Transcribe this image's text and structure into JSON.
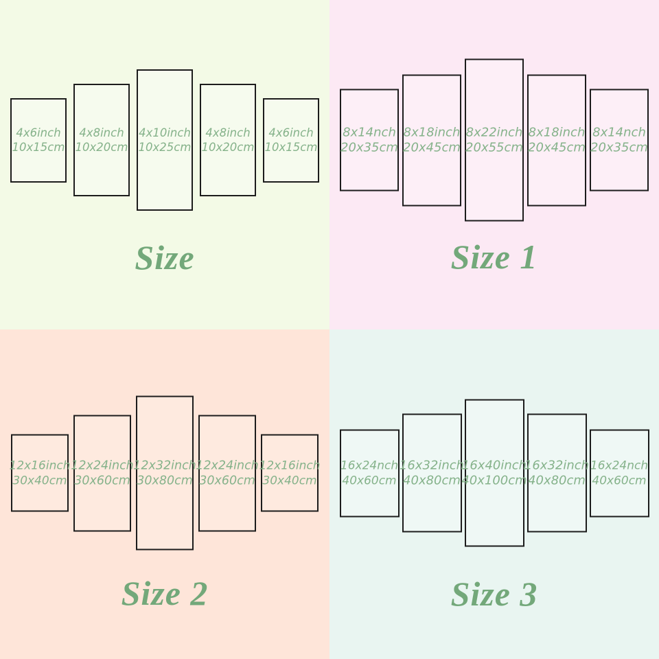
{
  "colors": {
    "q1_background": "#f3fae6",
    "q2_background": "#fce9f4",
    "q3_background": "#fee5d9",
    "q4_background": "#e9f5f1",
    "panel_border": "#1c1c1c",
    "label_green": "#85b28a",
    "title_green": "#73a87a"
  },
  "quadrants": [
    {
      "title": "Size",
      "panels": [
        {
          "inch": "4x6inch",
          "cm": "10x15cm"
        },
        {
          "inch": "4x8inch",
          "cm": "10x20cm"
        },
        {
          "inch": "4x10inch",
          "cm": "10x25cm"
        },
        {
          "inch": "4x8inch",
          "cm": "10x20cm"
        },
        {
          "inch": "4x6inch",
          "cm": "10x15cm"
        }
      ]
    },
    {
      "title": "Size 1",
      "panels": [
        {
          "inch": "8x14nch",
          "cm": "20x35cm"
        },
        {
          "inch": "8x18inch",
          "cm": "20x45cm"
        },
        {
          "inch": "8x22inch",
          "cm": "20x55cm"
        },
        {
          "inch": "8x18inch",
          "cm": "20x45cm"
        },
        {
          "inch": "8x14nch",
          "cm": "20x35cm"
        }
      ]
    },
    {
      "title": "Size 2",
      "panels": [
        {
          "inch": "12x16inch",
          "cm": "30x40cm"
        },
        {
          "inch": "12x24inch",
          "cm": "30x60cm"
        },
        {
          "inch": "12x32inch",
          "cm": "30x80cm"
        },
        {
          "inch": "12x24inch",
          "cm": "30x60cm"
        },
        {
          "inch": "12x16inch",
          "cm": "30x40cm"
        }
      ]
    },
    {
      "title": "Size 3",
      "panels": [
        {
          "inch": "16x24nch",
          "cm": "40x60cm"
        },
        {
          "inch": "16x32inch",
          "cm": "40x80cm"
        },
        {
          "inch": "16x40inch",
          "cm": "40x100cm"
        },
        {
          "inch": "16x32inch",
          "cm": "40x80cm"
        },
        {
          "inch": "16x24nch",
          "cm": "40x60cm"
        }
      ]
    }
  ]
}
